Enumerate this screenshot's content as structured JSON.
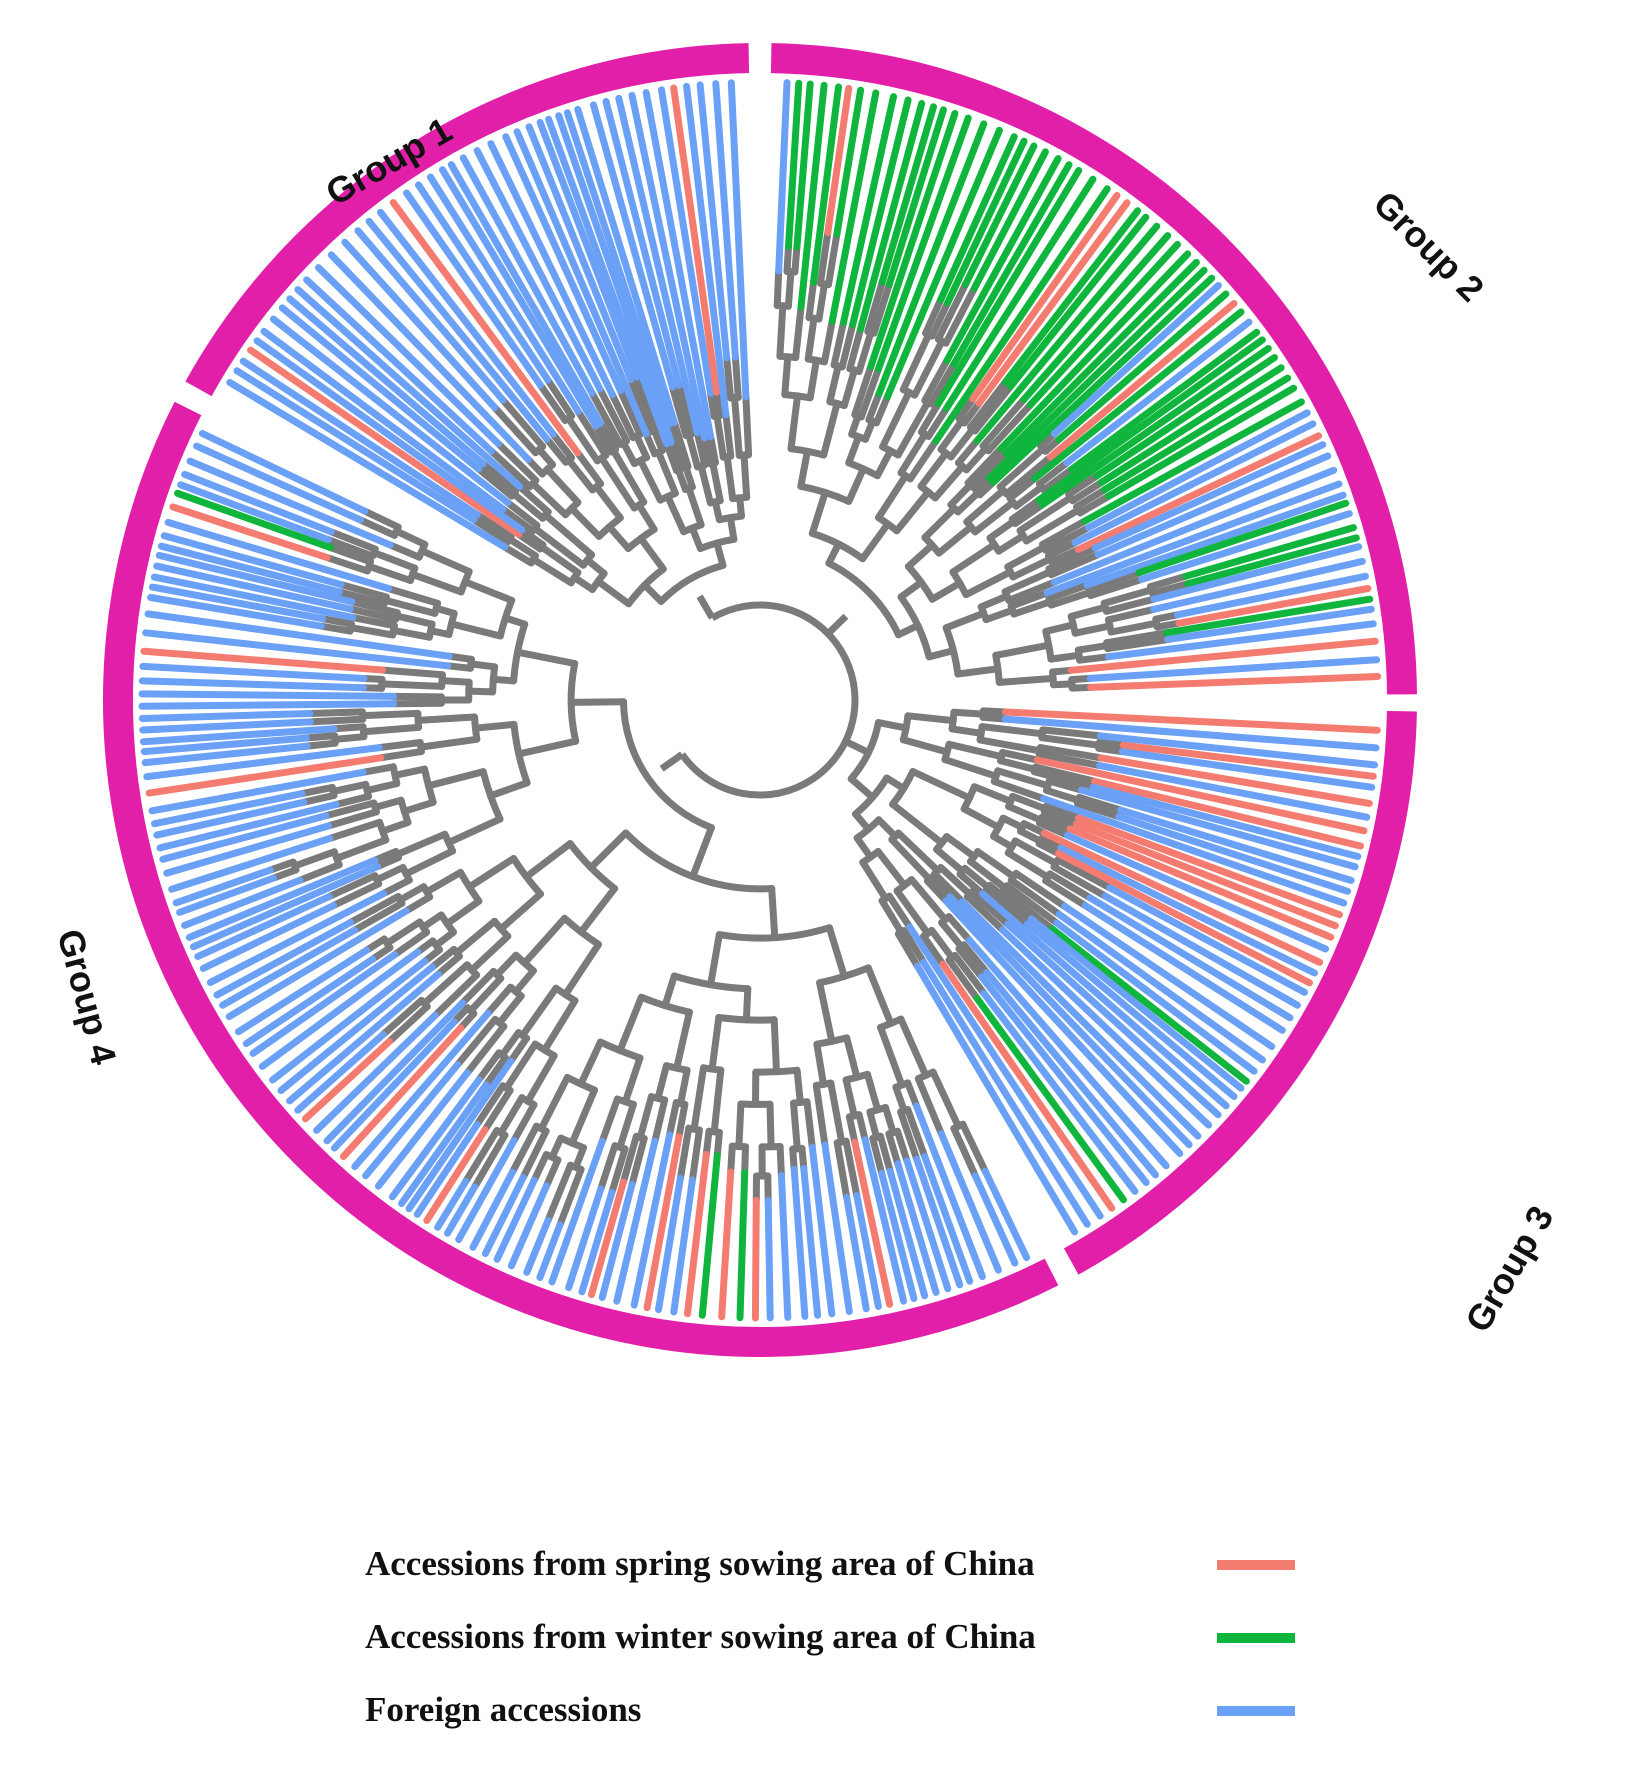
{
  "figure": {
    "groups": [
      {
        "label": "Group 1",
        "color": "#e21fa8"
      },
      {
        "label": "Group 2",
        "color": "#e21fa8"
      },
      {
        "label": "Group 3",
        "color": "#e21fa8"
      },
      {
        "label": "Group 4",
        "color": "#e21fa8"
      }
    ],
    "branch_color": "#7a7a7a"
  },
  "legend": {
    "items": [
      {
        "label": "Accessions from spring sowing area of China",
        "color": "#f47b70"
      },
      {
        "label": "Accessions from winter sowing area of China",
        "color": "#0fb53c"
      },
      {
        "label": "Foreign accessions",
        "color": "#6aa0f5"
      }
    ]
  }
}
